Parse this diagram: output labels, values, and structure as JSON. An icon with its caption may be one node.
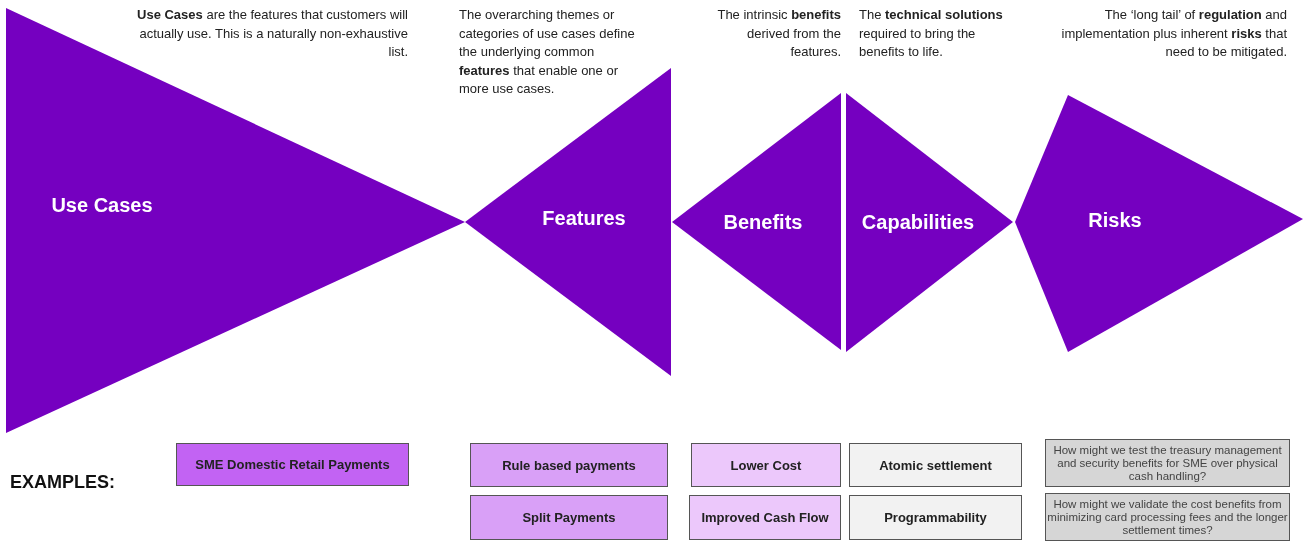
{
  "diagram": {
    "nodes": [
      {
        "text": [
          "Use Cases"
        ],
        "beside": [
          "**Use Cases** are the features that customers will actually use. This is a naturally non-exhaustive list."
        ]
      },
      {
        "text": [
          "Features"
        ],
        "beside": [
          "The overarching themes or categories of use cases define the underlying common **features** that enable one or more use cases."
        ]
      },
      {
        "text": [
          "Benefits"
        ],
        "beside": [
          "The intrinsic **benefits** derived from the features."
        ]
      },
      {
        "text": [
          "Capabilities"
        ],
        "beside": [
          "The **technical solutions** required to bring the benefits to life."
        ]
      },
      {
        "text": [
          "Risks"
        ],
        "beside": [
          "The ‘long tail’ of **regulation** and implementation plus inherent **risks** that need to be mitigated."
        ]
      },
      {
        "text": [
          "SME Domestic Retail Payments"
        ]
      },
      {
        "text": [
          "Rule based payments"
        ]
      },
      {
        "text": [
          "Split Payments"
        ]
      },
      {
        "text": [
          "Lower Cost"
        ]
      },
      {
        "text": [
          "Improved Cash Flow"
        ]
      },
      {
        "text": [
          "Atomic settlement"
        ]
      },
      {
        "text": [
          "Programmability"
        ]
      },
      {
        "text": [
          "How might we  test the treasury management and security benefits for SME over physical cash handling?"
        ]
      },
      {
        "text": [
          "How might we validate the cost benefits from minimizing card processing fees and the longer settlement times?"
        ]
      }
    ],
    "edges": [],
    "labels": [
      "EXAMPLES:"
    ]
  }
}
